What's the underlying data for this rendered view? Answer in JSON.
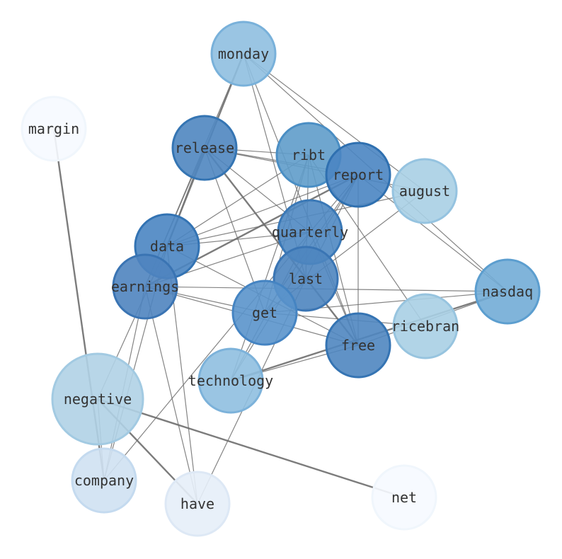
{
  "nodes": [
    {
      "id": "monday",
      "label": "monday",
      "color": "#8fbfe0",
      "stroke": "#79b1da"
    },
    {
      "id": "margin",
      "label": "margin",
      "color": "#f6faff",
      "stroke": "#f0f6fc"
    },
    {
      "id": "release",
      "label": "release",
      "color": "#4f86c0",
      "stroke": "#3575b3"
    },
    {
      "id": "ribt",
      "label": "ribt",
      "color": "#5f9cca",
      "stroke": "#4a8ec4"
    },
    {
      "id": "report",
      "label": "report",
      "color": "#4a85c2",
      "stroke": "#2f70b0"
    },
    {
      "id": "august",
      "label": "august",
      "color": "#a8cfe4",
      "stroke": "#95c3e0"
    },
    {
      "id": "quarterly",
      "label": "quarterly",
      "color": "#4f88c2",
      "stroke": "#3a78b6"
    },
    {
      "id": "data",
      "label": "data",
      "color": "#4a85c2",
      "stroke": "#3373b3"
    },
    {
      "id": "last",
      "label": "last",
      "color": "#4e85bf",
      "stroke": "#3a75b4"
    },
    {
      "id": "earnings",
      "label": "earnings",
      "color": "#4f84bf",
      "stroke": "#3a74b3"
    },
    {
      "id": "nasdaq",
      "label": "nasdaq",
      "color": "#72acd6",
      "stroke": "#5c9ecf"
    },
    {
      "id": "get",
      "label": "get",
      "color": "#5a93cb",
      "stroke": "#4584c2"
    },
    {
      "id": "ricebran",
      "label": "ricebran",
      "color": "#a8cfe4",
      "stroke": "#97c4df"
    },
    {
      "id": "free",
      "label": "free",
      "color": "#4f86c0",
      "stroke": "#3574b3"
    },
    {
      "id": "technology",
      "label": "technology",
      "color": "#8fbfe0",
      "stroke": "#7cb2da"
    },
    {
      "id": "negative",
      "label": "negative",
      "color": "#b0d2e6",
      "stroke": "#a2cae2"
    },
    {
      "id": "company",
      "label": "company",
      "color": "#cfe1f2",
      "stroke": "#c4daef"
    },
    {
      "id": "have",
      "label": "have",
      "color": "#e6eef8",
      "stroke": "#dde8f5"
    },
    {
      "id": "net",
      "label": "net",
      "color": "#f6faff",
      "stroke": "#f0f6fc"
    }
  ],
  "edges": [
    {
      "source": "monday",
      "target": "data",
      "weight": 2
    },
    {
      "source": "monday",
      "target": "earnings",
      "weight": 1
    },
    {
      "source": "monday",
      "target": "last",
      "weight": 1
    },
    {
      "source": "monday",
      "target": "free",
      "weight": 1
    },
    {
      "source": "monday",
      "target": "august",
      "weight": 1
    },
    {
      "source": "monday",
      "target": "nasdaq",
      "weight": 1
    },
    {
      "source": "margin",
      "target": "company",
      "weight": 2
    },
    {
      "source": "release",
      "target": "ribt",
      "weight": 1
    },
    {
      "source": "release",
      "target": "report",
      "weight": 1
    },
    {
      "source": "release",
      "target": "august",
      "weight": 1
    },
    {
      "source": "release",
      "target": "quarterly",
      "weight": 1
    },
    {
      "source": "release",
      "target": "free",
      "weight": 2
    },
    {
      "source": "release",
      "target": "get",
      "weight": 1
    },
    {
      "source": "release",
      "target": "data",
      "weight": 1
    },
    {
      "source": "release",
      "target": "earnings",
      "weight": 1
    },
    {
      "source": "ribt",
      "target": "data",
      "weight": 1
    },
    {
      "source": "ribt",
      "target": "last",
      "weight": 1
    },
    {
      "source": "ribt",
      "target": "free",
      "weight": 1
    },
    {
      "source": "ribt",
      "target": "get",
      "weight": 1
    },
    {
      "source": "ribt",
      "target": "technology",
      "weight": 1
    },
    {
      "source": "ribt",
      "target": "ricebran",
      "weight": 1
    },
    {
      "source": "report",
      "target": "data",
      "weight": 1
    },
    {
      "source": "report",
      "target": "earnings",
      "weight": 2
    },
    {
      "source": "report",
      "target": "quarterly",
      "weight": 1
    },
    {
      "source": "report",
      "target": "last",
      "weight": 1
    },
    {
      "source": "report",
      "target": "get",
      "weight": 1
    },
    {
      "source": "report",
      "target": "free",
      "weight": 1
    },
    {
      "source": "report",
      "target": "technology",
      "weight": 1
    },
    {
      "source": "report",
      "target": "nasdaq",
      "weight": 1
    },
    {
      "source": "august",
      "target": "data",
      "weight": 1
    },
    {
      "source": "august",
      "target": "get",
      "weight": 1
    },
    {
      "source": "quarterly",
      "target": "data",
      "weight": 1
    },
    {
      "source": "quarterly",
      "target": "earnings",
      "weight": 1
    },
    {
      "source": "quarterly",
      "target": "free",
      "weight": 1
    },
    {
      "source": "quarterly",
      "target": "technology",
      "weight": 1
    },
    {
      "source": "quarterly",
      "target": "company",
      "weight": 1
    },
    {
      "source": "data",
      "target": "free",
      "weight": 1
    },
    {
      "source": "data",
      "target": "negative",
      "weight": 1
    },
    {
      "source": "data",
      "target": "company",
      "weight": 1
    },
    {
      "source": "data",
      "target": "have",
      "weight": 1
    },
    {
      "source": "earnings",
      "target": "nasdaq",
      "weight": 1
    },
    {
      "source": "earnings",
      "target": "get",
      "weight": 1
    },
    {
      "source": "earnings",
      "target": "free",
      "weight": 1
    },
    {
      "source": "earnings",
      "target": "company",
      "weight": 1
    },
    {
      "source": "earnings",
      "target": "have",
      "weight": 1
    },
    {
      "source": "last",
      "target": "have",
      "weight": 1
    },
    {
      "source": "get",
      "target": "ricebran",
      "weight": 1
    },
    {
      "source": "get",
      "target": "nasdaq",
      "weight": 1
    },
    {
      "source": "free",
      "target": "technology",
      "weight": 1
    },
    {
      "source": "nasdaq",
      "target": "free",
      "weight": 1
    },
    {
      "source": "nasdaq",
      "target": "technology",
      "weight": 2
    },
    {
      "source": "negative",
      "target": "net",
      "weight": 2
    },
    {
      "source": "negative",
      "target": "have",
      "weight": 2
    },
    {
      "source": "negative",
      "target": "company",
      "weight": 1
    }
  ]
}
